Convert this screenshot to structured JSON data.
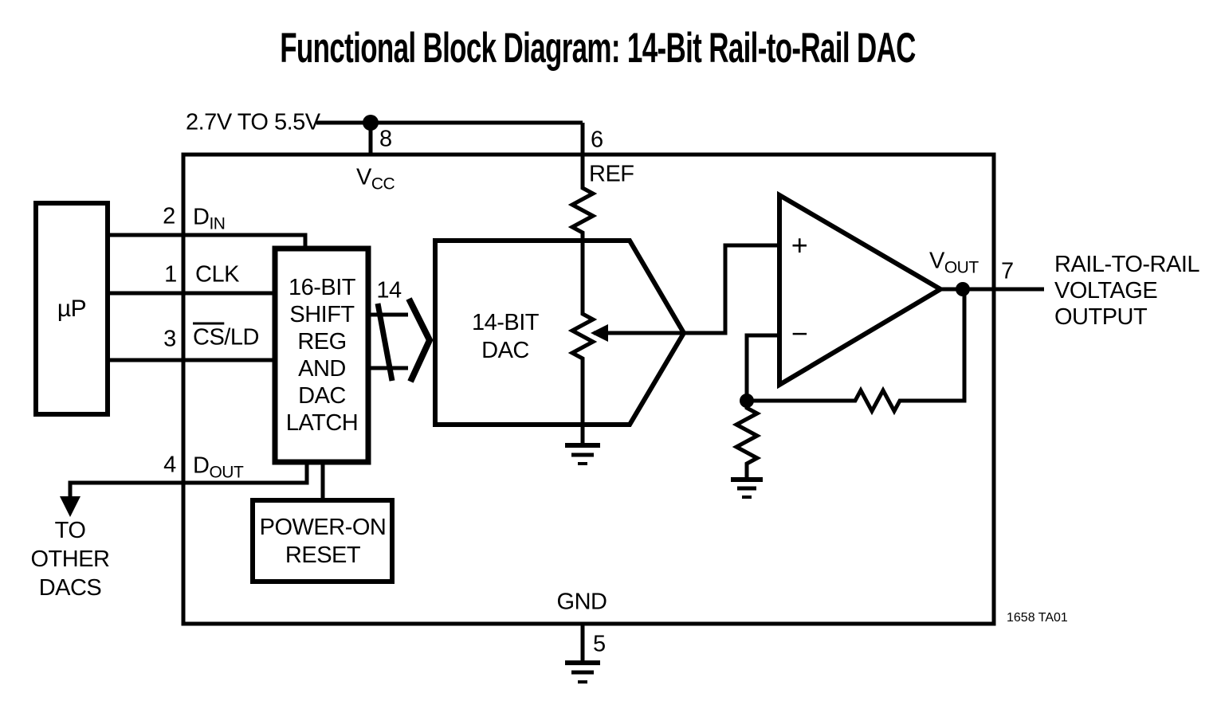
{
  "title": "Functional Block Diagram: 14-Bit Rail-to-Rail DAC",
  "colors": {
    "ink": "#000000",
    "background": "#ffffff"
  },
  "supply": {
    "range_label": "2.7V TO 5.5V"
  },
  "pins": {
    "vcc": "8",
    "ref": "6",
    "din": "2",
    "clk": "1",
    "csld": "3",
    "dout": "4",
    "gnd": "5",
    "vout": "7"
  },
  "signals": {
    "vcc": {
      "base": "V",
      "sub": "CC"
    },
    "ref": "REF",
    "din": {
      "base": "D",
      "sub": "IN"
    },
    "clk": "CLK",
    "csld": {
      "overlined": "CS",
      "rest": "/LD"
    },
    "dout": {
      "base": "D",
      "sub": "OUT"
    },
    "gnd": "GND",
    "vout": {
      "base": "V",
      "sub": "OUT"
    }
  },
  "blocks": {
    "microprocessor": {
      "label": "µP"
    },
    "shift_reg": {
      "lines": [
        "16-BIT",
        "SHIFT",
        "REG",
        "AND",
        "DAC",
        "LATCH"
      ]
    },
    "dac": {
      "lines": [
        "14-BIT",
        "DAC"
      ]
    },
    "por": {
      "lines": [
        "POWER-ON",
        "RESET"
      ]
    }
  },
  "opamp": {
    "noninverting": "+",
    "inverting": "−"
  },
  "bus": {
    "width": "14"
  },
  "annotations": {
    "to_other_dacs": [
      "TO",
      "OTHER",
      "DACS"
    ],
    "rail_output": [
      "RAIL-TO-RAIL",
      "VOLTAGE",
      "OUTPUT"
    ],
    "figure_id": "1658 TA01"
  }
}
